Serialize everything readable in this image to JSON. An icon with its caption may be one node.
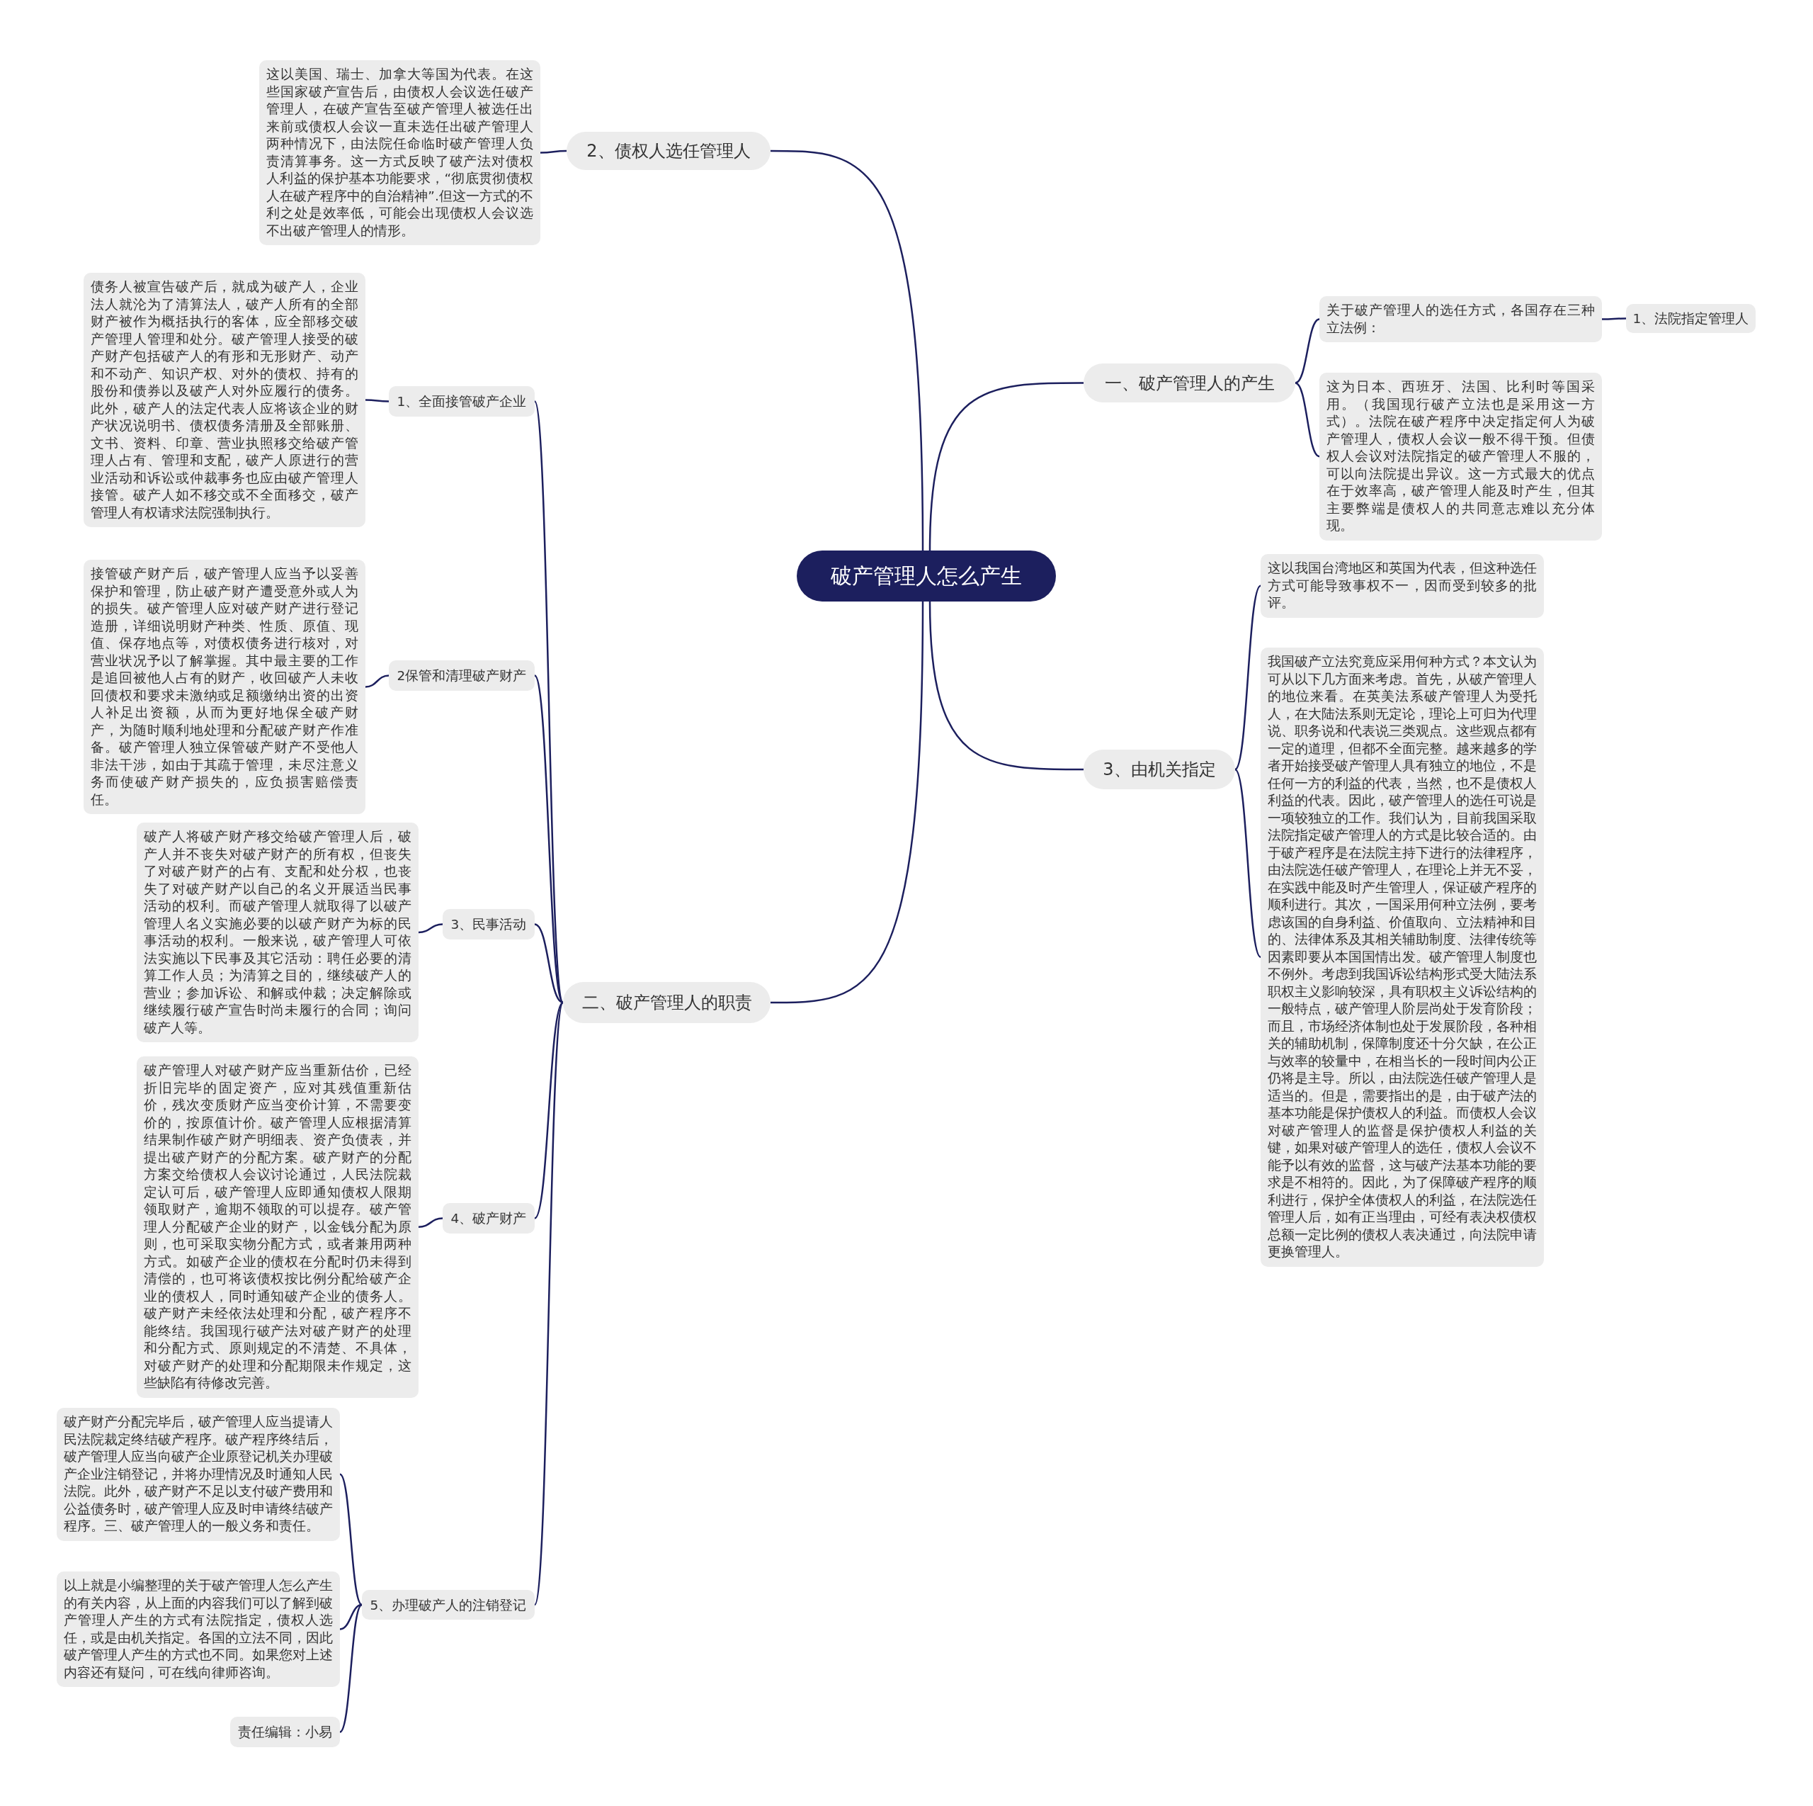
{
  "diagram": {
    "nodes": [
      {
        "text": [
          "破产管理人怎么产生"
        ]
      },
      {
        "text": [
          "一、破产管理人的产生"
        ]
      },
      {
        "text": [
          "关于破产管理人的选任方式，各国存在三种立法例："
        ]
      },
      {
        "text": [
          "1、法院指定管理人"
        ]
      },
      {
        "text": [
          "这为日本、西班牙、法国、比利时等国采用。（我国现行破产立法也是采用这一方式）。法院在破产程序中决定指定何人为破产管理人，债权人会议一般不得干预。但债权人会议对法院指定的破产管理人不服的，可以向法院提出异议。这一方式最大的优点在于效率高，破产管理人能及时产生，但其主要弊端是债权人的共同意志难以充分体现。"
        ]
      },
      {
        "text": [
          "3、由机关指定"
        ]
      },
      {
        "text": [
          "这以我国台湾地区和英国为代表，但这种选任方式可能导致事权不一，因而受到较多的批评。"
        ]
      },
      {
        "text": [
          "我国破产立法究竟应采用何种方式？本文认为可从以下几方面来考虑。首先，从破产管理人的地位来看。在英美法系破产管理人为受托人，在大陆法系则无定论，理论上可归为代理说、职务说和代表说三类观点。这些观点都有一定的道理，但都不全面完整。越来越多的学者开始接受破产管理人具有独立的地位，不是任何一方的利益的代表，当然，也不是债权人利益的代表。因此，破产管理人的选任可说是一项较独立的工作。我们认为，目前我国采取法院指定破产管理人的方式是比较合适的。由于破产程序是在法院主持下进行的法律程序，由法院选任破产管理人，在理论上并无不妥，在实践中能及时产生管理人，保证破产程序的顺利进行。其次，一国采用何种立法例，要考虑该国的自身利益、价值取向、立法精神和目的、法律体系及其相关辅助制度、法律传统等因素即要从本国国情出发。破产管理人制度也不例外。考虑到我国诉讼结构形式受大陆法系职权主义影响较深，具有职权主义诉讼结构的一般特点，破产管理人阶层尚处于发育阶段；而且，市场经济体制也处于发展阶段，各种相关的辅助机制，保障制度还十分欠缺，在公正与效率的较量中，在相当长的一段时间内公正仍将是主导。所以，由法院选任破产管理人是适当的。但是，需要指出的是，由于破产法的基本功能是保护债权人的利益。而债权人会议对破产管理人的监督是保护债权人利益的关键，如果对破产管理人的选任，债权人会议不能予以有效的监督，这与破产法基本功能的要求是不相符的。因此，为了保障破产程序的顺利进行，保护全体债权人的利益，在法院选任管理人后，如有正当理由，可经有表决权债权总额一定比例的债权人表决通过，向法院申请更换管理人。"
        ]
      },
      {
        "text": [
          "2、债权人选任管理人"
        ]
      },
      {
        "text": [
          "这以美国、瑞士、加拿大等国为代表。在这些国家破产宣告后，由债权人会议选任破产管理人，在破产宣告至破产管理人被选任出来前或债权人会议一直未选任出破产管理人两种情况下，由法院任命临时破产管理人负责清算事务。这一方式反映了破产法对债权人利益的保护基本功能要求，“彻底贯彻债权人在破产程序中的自治精神”.但这一方式的不利之处是效率低，可能会出现债权人会议选不出破产管理人的情形。"
        ]
      },
      {
        "text": [
          "二、破产管理人的职责"
        ]
      },
      {
        "text": [
          "1、全面接管破产企业"
        ]
      },
      {
        "text": [
          "债务人被宣告破产后，就成为破产人，企业法人就沦为了清算法人，破产人所有的全部财产被作为概括执行的客体，应全部移交破产管理人管理和处分。破产管理人接受的破产财产包括破产人的有形和无形财产、动产和不动产、知识产权、对外的债权、持有的股份和债券以及破产人对外应履行的债务。此外，破产人的法定代表人应将该企业的财产状况说明书、债权债务清册及全部账册、文书、资料、印章、营业执照移交给破产管理人占有、管理和支配，破产人原进行的营业活动和诉讼或仲裁事务也应由破产管理人接管。破产人如不移交或不全面移交，破产管理人有权请求法院强制执行。"
        ]
      },
      {
        "text": [
          "2保管和清理破产财产"
        ]
      },
      {
        "text": [
          "接管破产财产后，破产管理人应当予以妥善保护和管理，防止破产财产遭受意外或人为的损失。破产管理人应对破产财产进行登记造册，详细说明财产种类、性质、原值、现值、保存地点等，对债权债务进行核对，对营业状况予以了解掌握。其中最主要的工作是追回被他人占有的财产，收回破产人未收回债权和要求未激纳或足额缴纳出资的出资人补足出资额，从而为更好地保全破产财产，为随时顺利地处理和分配破产财产作准备。破产管理人独立保管破产财产不受他人非法干涉，如由于其疏于管理，未尽注意义务而使破产财产损失的，应负损害赔偿责任。"
        ]
      },
      {
        "text": [
          "3、民事活动"
        ]
      },
      {
        "text": [
          "破产人将破产财产移交给破产管理人后，破产人并不丧失对破产财产的所有权，但丧失了对破产财产的占有、支配和处分权，也丧失了对破产财产以自己的名义开展适当民事活动的权利。而破产管理人就取得了以破产管理人名义实施必要的以破产财产为标的民事活动的权利。一般来说，破产管理人可依法实施以下民事及其它活动：聘任必要的清算工作人员；为清算之目的，继续破产人的营业；参加诉讼、和解或仲裁；决定解除或继续履行破产宣告时尚未履行的合同；询问破产人等。"
        ]
      },
      {
        "text": [
          "4、破产财产"
        ]
      },
      {
        "text": [
          "破产管理人对破产财产应当重新估价，已经折旧完毕的固定资产，应对其残值重新估价，残次变质财产应当变价计算，不需要变价的，按原值计价。破产管理人应根据清算结果制作破产财产明细表、资产负债表，并提出破产财产的分配方案。破产财产的分配方案交给债权人会议讨论通过，人民法院裁定认可后，破产管理人应即通知债权人限期领取财产，逾期不领取的可以提存。破产管理人分配破产企业的财产，以金钱分配为原则，也可采取实物分配方式，或者兼用两种方式。如破产企业的债权在分配时仍未得到清偿的，也可将该债权按比例分配给破产企业的债权人，同时通知破产企业的债务人。破产财产未经依法处理和分配，破产程序不能终结。我国现行破产法对破产财产的处理和分配方式、原则规定的不清楚、不具体，对破产财产的处理和分配期限未作规定，这些缺陷有待修改完善。"
        ]
      },
      {
        "text": [
          "5、办理破产人的注销登记"
        ]
      },
      {
        "text": [
          "破产财产分配完毕后，破产管理人应当提请人民法院裁定终结破产程序。破产程序终结后，破产管理人应当向破产企业原登记机关办理破产企业注销登记，并将办理情况及时通知人民法院。此外，破产财产不足以支付破产费用和公益债务时，破产管理人应及时申请终结破产程序。三、破产管理人的一般义务和责任。"
        ]
      },
      {
        "text": [
          "以上就是小编整理的关于破产管理人怎么产生的有关内容，从上面的内容我们可以了解到破产管理人产生的方式有法院指定，债权人选任，或是由机关指定。各国的立法不同，因此破产管理人产生的方式也不同。如果您对上述内容还有疑问，可在线向律师咨询。"
        ]
      },
      {
        "text": [
          "责任编辑：小易"
        ]
      }
    ],
    "edges": [
      {
        "from": 0,
        "to": 1,
        "arrow": "none"
      },
      {
        "from": 1,
        "to": 2,
        "arrow": "none"
      },
      {
        "from": 2,
        "to": 3,
        "arrow": "none"
      },
      {
        "from": 1,
        "to": 4,
        "arrow": "none"
      },
      {
        "from": 0,
        "to": 5,
        "arrow": "none"
      },
      {
        "from": 5,
        "to": 6,
        "arrow": "none"
      },
      {
        "from": 5,
        "to": 7,
        "arrow": "none"
      },
      {
        "from": 0,
        "to": 8,
        "arrow": "none"
      },
      {
        "from": 8,
        "to": 9,
        "arrow": "none"
      },
      {
        "from": 0,
        "to": 10,
        "arrow": "none"
      },
      {
        "from": 10,
        "to": 11,
        "arrow": "none"
      },
      {
        "from": 11,
        "to": 12,
        "arrow": "none"
      },
      {
        "from": 10,
        "to": 13,
        "arrow": "none"
      },
      {
        "from": 13,
        "to": 14,
        "arrow": "none"
      },
      {
        "from": 10,
        "to": 15,
        "arrow": "none"
      },
      {
        "from": 15,
        "to": 16,
        "arrow": "none"
      },
      {
        "from": 10,
        "to": 17,
        "arrow": "none"
      },
      {
        "from": 17,
        "to": 18,
        "arrow": "none"
      },
      {
        "from": 10,
        "to": 19,
        "arrow": "none"
      },
      {
        "from": 19,
        "to": 20,
        "arrow": "none"
      },
      {
        "from": 19,
        "to": 21,
        "arrow": "none"
      },
      {
        "from": 19,
        "to": 22,
        "arrow": "none"
      }
    ]
  }
}
